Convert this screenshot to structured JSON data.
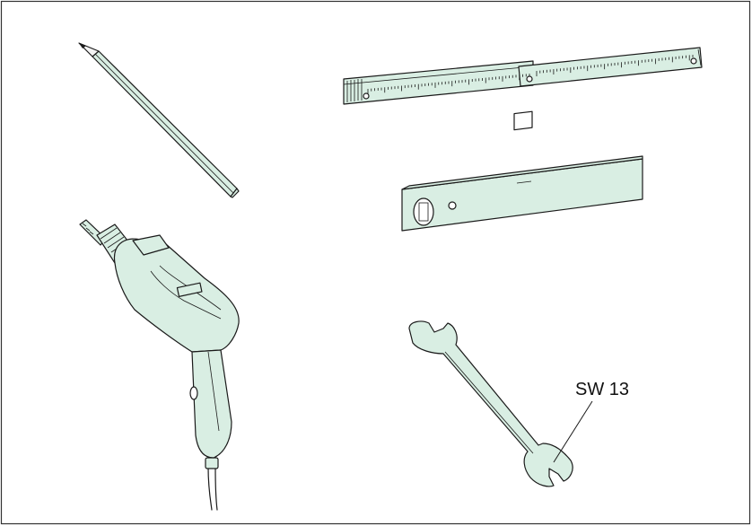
{
  "figure": {
    "fill_color": "#d9eee3",
    "line_color": "#1a1a1a",
    "border_color": "#333333",
    "tools": [
      {
        "name": "pencil",
        "icon": "pencil-icon"
      },
      {
        "name": "folding-rule",
        "icon": "folding-rule-icon"
      },
      {
        "name": "spirit-level",
        "icon": "spirit-level-icon"
      },
      {
        "name": "drill",
        "icon": "power-drill-icon"
      },
      {
        "name": "wrench",
        "icon": "open-end-wrench-icon"
      }
    ],
    "wrench_label": "SW 13"
  }
}
